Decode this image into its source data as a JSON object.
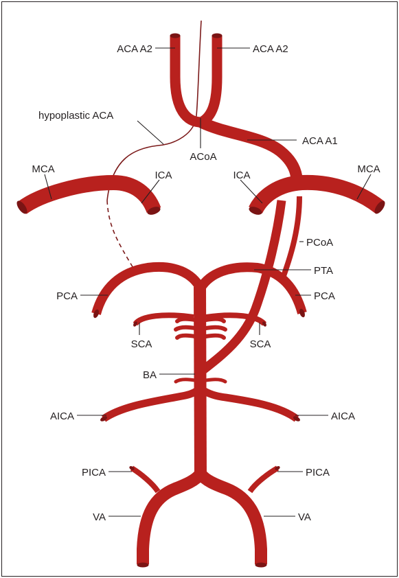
{
  "labels": {
    "aca_a2_left": "ACA A2",
    "aca_a2_right": "ACA A2",
    "hypoplastic_aca": "hypoplastic ACA",
    "acoa": "ACoA",
    "aca_a1": "ACA A1",
    "mca_left": "MCA",
    "mca_right": "MCA",
    "ica_left": "ICA",
    "ica_right": "ICA",
    "pcoa": "PCoA",
    "pta": "PTA",
    "pca_left": "PCA",
    "pca_right": "PCA",
    "sca_left": "SCA",
    "sca_right": "SCA",
    "ba": "BA",
    "aica_left": "AICA",
    "aica_right": "AICA",
    "pica_left": "PICA",
    "pica_right": "PICA",
    "va_left": "VA",
    "va_right": "VA"
  },
  "colors": {
    "artery": "#b8211e",
    "artery_end": "#7a1414",
    "thin_vessel": "#7b1a1a",
    "text": "#231f20",
    "frame": "#231f20"
  }
}
